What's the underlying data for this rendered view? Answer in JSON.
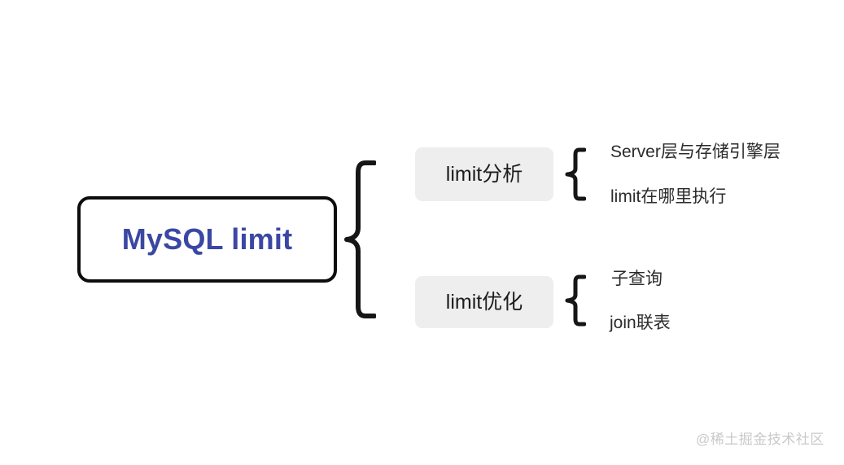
{
  "diagram": {
    "type": "mindmap",
    "background_color": "#ffffff",
    "root": {
      "label": "MySQL limit",
      "text_color": "#3b47a3",
      "border_color": "#0d0d0d"
    },
    "branches": [
      {
        "label": "limit分析",
        "pill_color": "#eeeeef",
        "brace_icon": "curly-brace-icon",
        "leaves": [
          "Server层与存储引擎层",
          "limit在哪里执行"
        ]
      },
      {
        "label": "limit优化",
        "pill_color": "#eeeeef",
        "brace_icon": "curly-brace-icon",
        "leaves": [
          "子查询",
          "join联表"
        ]
      }
    ],
    "root_brace_icon": "curly-brace-icon"
  },
  "watermark": {
    "text": "@稀土掘金技术社区",
    "color": "#c9c9cc"
  }
}
